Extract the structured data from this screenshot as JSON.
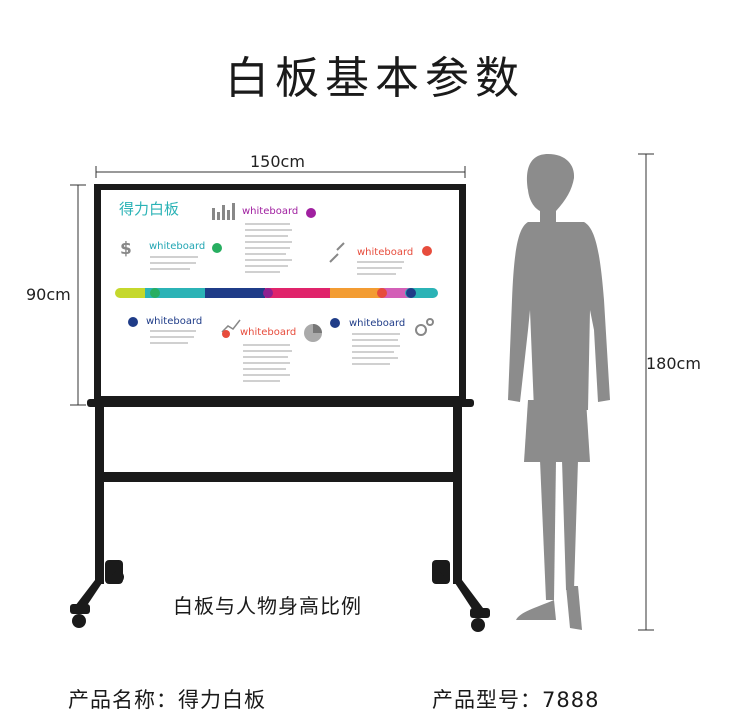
{
  "page": {
    "title": "白板基本参数",
    "caption": "白板与人物身高比例"
  },
  "dimensions": {
    "width": "150cm",
    "height": "90cm",
    "person_height": "180cm"
  },
  "board": {
    "brand_title": "得力白板",
    "labels": [
      "whiteboard",
      "whiteboard",
      "whiteboard",
      "whiteboard",
      "whiteboard",
      "whiteboard"
    ],
    "label_colors": {
      "purple": "#a020a0",
      "teal": "#22a6b3",
      "red": "#e74c3c",
      "navy": "#1f3c88",
      "green": "#27ae60",
      "gray": "#888888"
    }
  },
  "specs": {
    "name_label": "产品名称：",
    "name_value": "得力白板",
    "model_label": "产品型号：",
    "model_value": "7888"
  },
  "colors": {
    "frame": "#1a1a1a",
    "person": "#8c8c8c"
  }
}
